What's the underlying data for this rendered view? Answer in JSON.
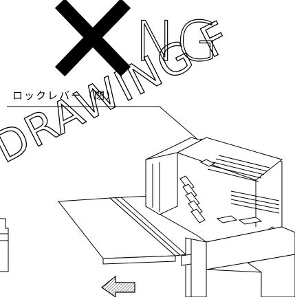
{
  "verdict": {
    "mark": "✕",
    "label": "NG"
  },
  "callout": {
    "text": "ロックレバー（閉）"
  },
  "watermark": {
    "text": "DRAWING F"
  },
  "icons": {
    "verdict_mark": "x-cross-icon",
    "direction": "left-arrow-icon"
  },
  "colors": {
    "ink": "#000000",
    "paper": "#ffffff",
    "arrow_fill": "#d9d9d9"
  }
}
